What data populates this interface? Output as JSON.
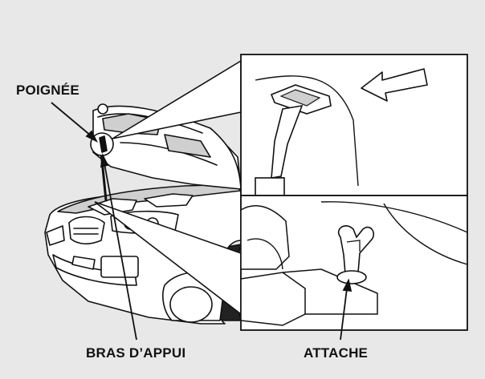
{
  "labels": {
    "handle": "POIGNÉE",
    "prop_rod": "BRAS D’APPUI",
    "clip": "ATTACHE"
  },
  "colors": {
    "background": "#e8e8e8",
    "panel_fill": "#ffffff",
    "line": "#111111",
    "car_shading": "#cfcfcf"
  },
  "icons": {
    "arrow": "direction-arrow-icon"
  }
}
